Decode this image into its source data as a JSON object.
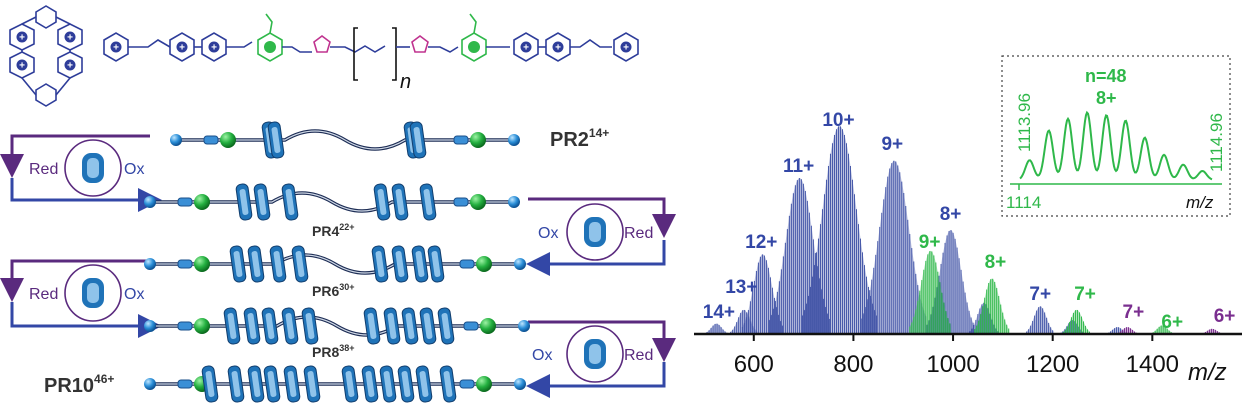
{
  "structure": {
    "polymer_subscript": "n"
  },
  "switch_labels": {
    "red": "Red",
    "ox": "Ox"
  },
  "labels": {
    "pr2": "PR2",
    "pr2_charge": "14+",
    "pr4": "PR4",
    "pr4_charge": "22+",
    "pr6": "PR6",
    "pr6_charge": "30+",
    "pr8": "PR8",
    "pr8_charge": "38+",
    "pr10": "PR10",
    "pr10_charge": "46+"
  },
  "colors": {
    "blue": "#2e3d9a",
    "green": "#2fb84a",
    "purple": "#7a2e8f",
    "magenta": "#c0338f",
    "ring": "#1f73b8",
    "ring_light": "#8fc3ea"
  },
  "chart_data": {
    "type": "line",
    "xlabel": "m/z",
    "xlim": [
      480,
      1580
    ],
    "xticks": [
      600,
      800,
      1000,
      1200,
      1400
    ],
    "grid": false,
    "series": [
      {
        "color": "#4456a8",
        "peaks": [
          [
            525,
            3
          ],
          [
            580,
            7
          ],
          [
            618,
            23
          ],
          [
            692,
            45
          ],
          [
            772,
            60
          ],
          [
            882,
            50
          ],
          [
            995,
            30
          ],
          [
            1062,
            9
          ],
          [
            1175,
            8
          ],
          [
            1240,
            4
          ],
          [
            1330,
            2
          ]
        ]
      },
      {
        "color": "#2fb84a",
        "peaks": [
          [
            955,
            24
          ],
          [
            1078,
            16
          ],
          [
            1248,
            7
          ],
          [
            1420,
            2.5
          ]
        ]
      },
      {
        "color": "#7a2e8f",
        "peaks": [
          [
            1350,
            2
          ],
          [
            1520,
            1.5
          ]
        ]
      }
    ],
    "charge_labels": [
      {
        "text": "14+",
        "mz": 530,
        "color": "blue"
      },
      {
        "text": "13+",
        "mz": 575,
        "color": "blue"
      },
      {
        "text": "12+",
        "mz": 615,
        "color": "blue"
      },
      {
        "text": "11+",
        "mz": 690,
        "color": "blue"
      },
      {
        "text": "10+",
        "mz": 770,
        "color": "blue"
      },
      {
        "text": "9+",
        "mz": 878,
        "color": "blue"
      },
      {
        "text": "9+",
        "mz": 953,
        "color": "green"
      },
      {
        "text": "8+",
        "mz": 995,
        "color": "blue"
      },
      {
        "text": "8+",
        "mz": 1085,
        "color": "green"
      },
      {
        "text": "7+",
        "mz": 1175,
        "color": "blue"
      },
      {
        "text": "7+",
        "mz": 1265,
        "color": "green"
      },
      {
        "text": "7+",
        "mz": 1362,
        "color": "purple"
      },
      {
        "text": "6+",
        "mz": 1440,
        "color": "green"
      },
      {
        "text": "6+",
        "mz": 1545,
        "color": "purple"
      }
    ],
    "inset": {
      "title": "n=48",
      "charge": "8+",
      "left_label": "1113.96",
      "right_label": "1114.96",
      "tick_label": "1114",
      "xlabel": "m/z",
      "peak_heights": [
        0.22,
        0.55,
        0.68,
        0.75,
        0.72,
        0.66,
        0.47,
        0.28,
        0.17,
        0.1
      ]
    }
  }
}
